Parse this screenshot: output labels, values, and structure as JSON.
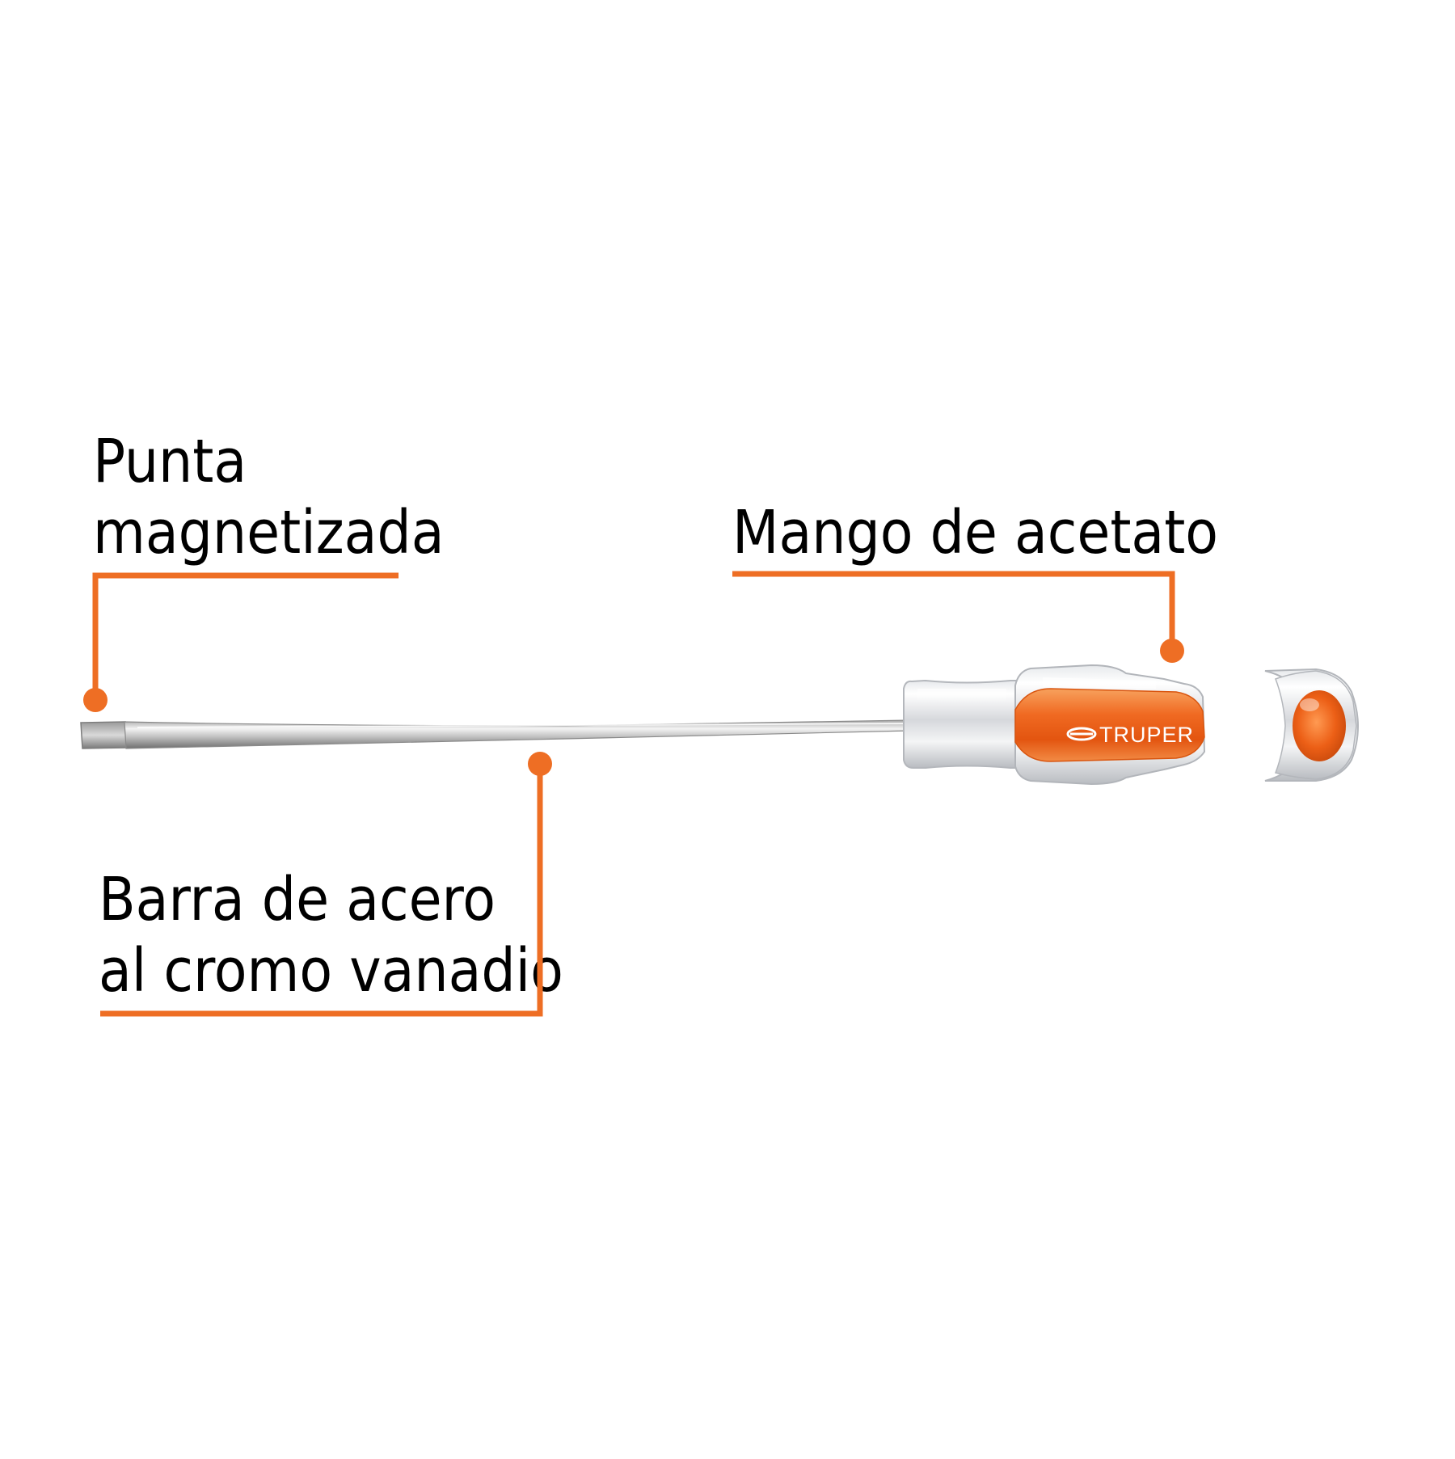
{
  "colors": {
    "accent": "#ee6e24",
    "text": "#000000",
    "background": "#ffffff"
  },
  "callouts": {
    "tip": {
      "line1": "Punta",
      "line2": "magnetizada"
    },
    "handle": {
      "line1": "Mango de acetato"
    },
    "bar": {
      "line1": "Barra de acero",
      "line2": "al cromo vanadio"
    }
  },
  "product": {
    "brand": "TRUPER",
    "brand_logo_icon": "truper-wrench-logo"
  }
}
